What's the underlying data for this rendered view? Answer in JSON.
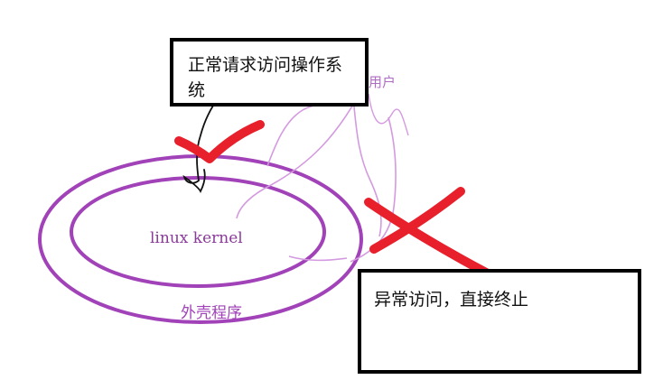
{
  "diagram": {
    "kernel_label": "linux kernel",
    "shell_label": "外壳程序",
    "user_label": "用户",
    "normal_box_text": "正常请求访问操作系统",
    "abnormal_box_text": "异常访问，直接终止"
  },
  "colors": {
    "ring": "#a142b8",
    "marker_red": "#e8202c",
    "pen_black": "#111111",
    "pen_pink": "#d49ae0"
  }
}
